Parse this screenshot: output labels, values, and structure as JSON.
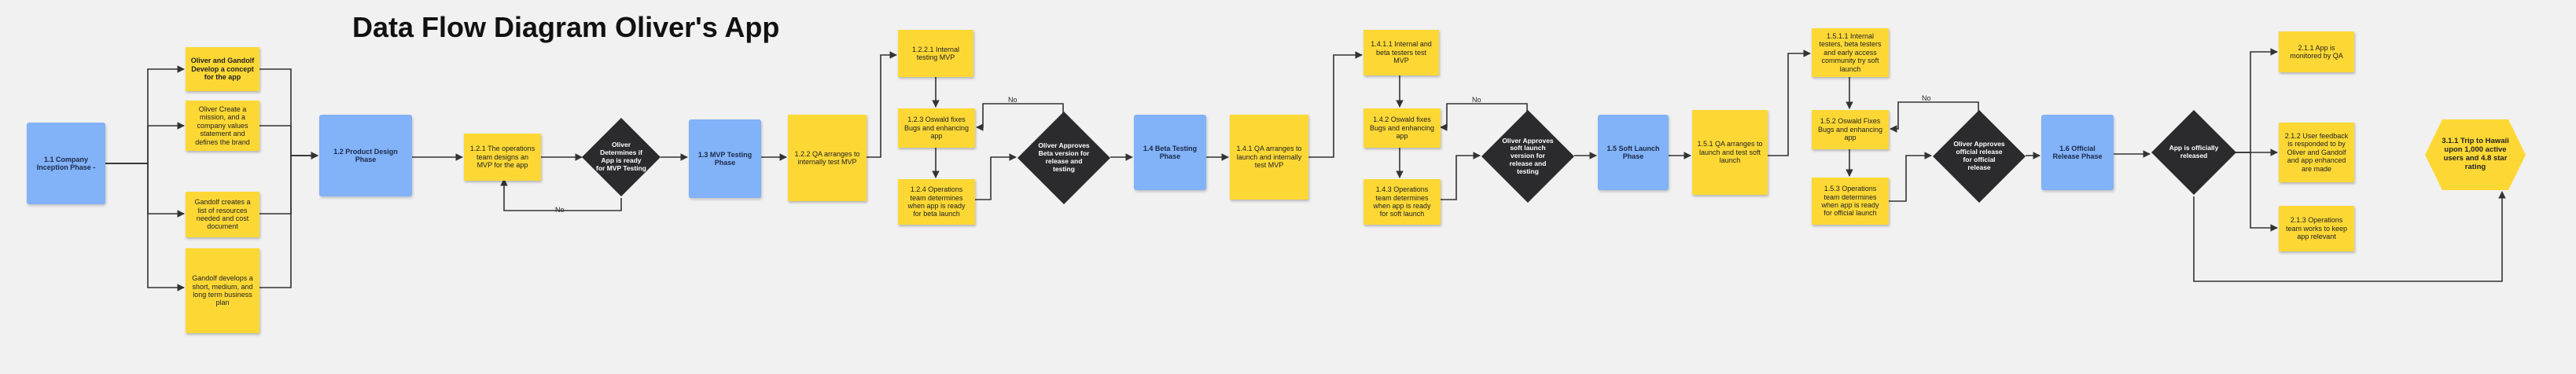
{
  "title": "Data Flow Diagram Oliver's App",
  "nodes": {
    "n1_1": "1.1 Company Inception Phase -",
    "c_oliver_gandolf": "Oliver and Gandolf Develop a concept for the app",
    "c_mission": "Oliver Create a mission, and a company values statement and defines the brand",
    "c_resources": "Gandolf creates a list of resources needed and cost document",
    "c_plan": "Gandolf develops a short, medium, and long term business plan",
    "n1_2": "1.2 Product Design Phase",
    "n1_2_1": "1.2.1 The operations team designs an MVP for the app",
    "d_mvp": "Oliver Determines if App is ready for MVP Testing",
    "n1_3": "1.3 MVP Testing Phase",
    "n1_2_2": "1.2.2 QA arranges to internally test MVP",
    "n1_2_2b": "1.2.2.1 Internal testing MVP",
    "n1_2_3": "1.2.3 Oswald fixes Bugs and enhancing app",
    "n1_2_4": "1.2.4 Operations team determines when app is ready for beta launch",
    "d_beta": "Oliver Approves Beta version for release and testing",
    "n1_4": "1.4 Beta Testing Phase",
    "n1_4_1": "1.4.1 QA arranges to launch and internally test MVP",
    "n1_4_1_1": "1.4.1.1 Internal and beta testers test MVP",
    "n1_4_2": "1.4.2 Oswald fixes Bugs and enhancing app",
    "n1_4_3": "1.4.3 Operations team determines when app is ready for soft launch",
    "d_soft": "Oliver Approves soft launch version for release and testing",
    "n1_5": "1.5 Soft Launch Phase",
    "n1_5_1": "1.5.1 QA arranges to launch and test soft launch",
    "n1_5_1_1": "1.5.1.1 Internal testers, beta testers and early access community try soft launch",
    "n1_5_2": "1.5.2 Oswald Fixes Bugs and enhancing app",
    "n1_5_3": "1.5.3 Operations team determines when app is ready for official launch",
    "d_official": "Oliver Approves official release for official release",
    "n1_6": "1.6 Official Release Phase",
    "d_released": "App is officially released",
    "n2_1_1": "2.1.1 App is monitored by QA",
    "n2_1_2": "2.1.2 User feedback is responded to by Oliver and Gandolf and app enhanced are made",
    "n2_1_3": "2.1.3 Operations team works to keep app relevant",
    "n3_1_1": "3.1.1 Trip to Hawaii upon 1,000 active users and 4.8 star rating"
  },
  "edge_labels": {
    "no1": "No",
    "no2": "No",
    "no3": "No",
    "no4": "No"
  },
  "colors": {
    "background": "#f1f1f1",
    "sticky": "#fdd835",
    "phase": "#82b2f7",
    "decision": "#2b2b2e",
    "connector": "#333333"
  }
}
